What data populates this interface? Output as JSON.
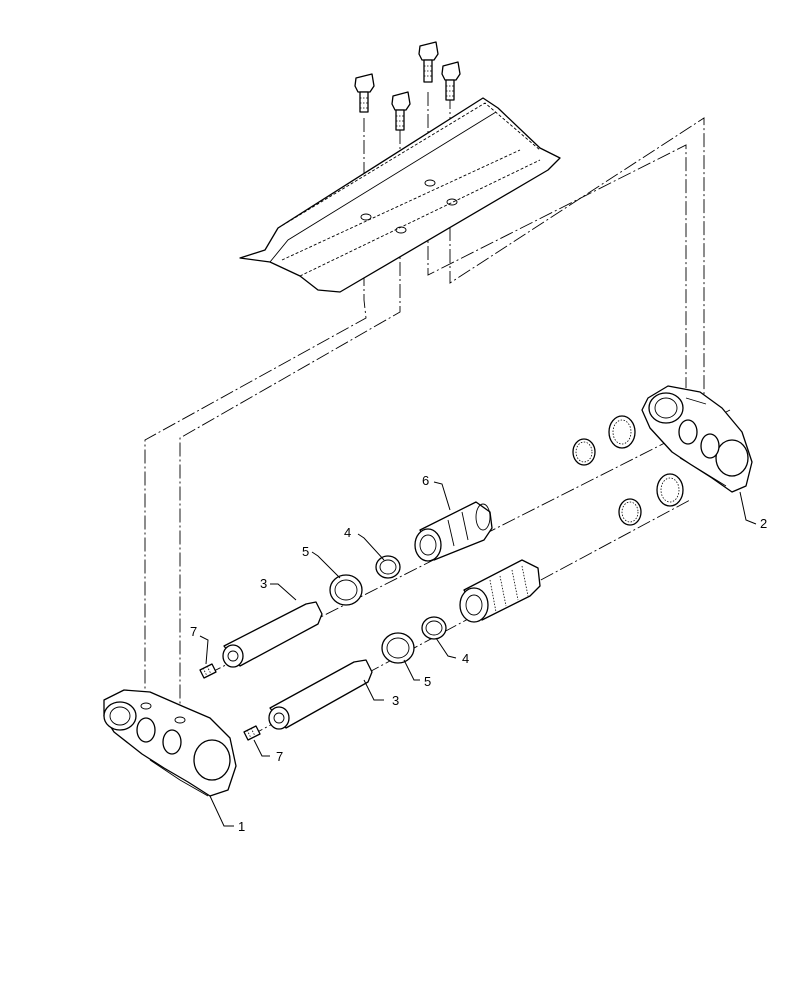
{
  "callouts": {
    "link_left": "1",
    "link_right": "2",
    "pin_upper": "3",
    "pin_lower": "3",
    "ring_upper": "4",
    "ring_lower": "4",
    "seal_upper": "5",
    "seal_lower": "5",
    "bushing": "6",
    "plug_upper": "7",
    "plug_lower": "7"
  },
  "icons": {
    "bolt": "hex-bolt-icon",
    "shoe": "track-shoe-icon"
  }
}
